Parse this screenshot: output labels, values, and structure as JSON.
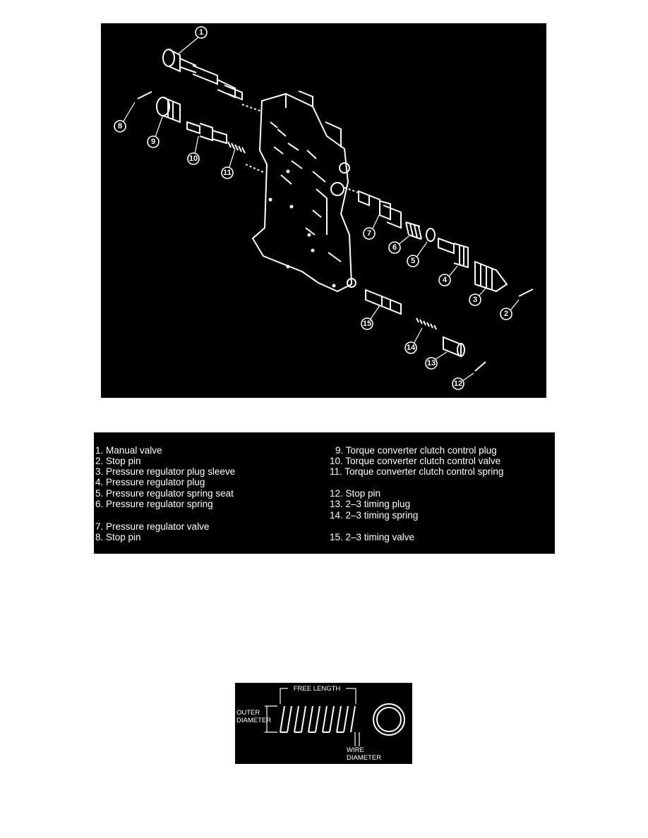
{
  "callouts": [
    {
      "n": "1"
    },
    {
      "n": "2"
    },
    {
      "n": "3"
    },
    {
      "n": "4"
    },
    {
      "n": "5"
    },
    {
      "n": "6"
    },
    {
      "n": "7"
    },
    {
      "n": "8"
    },
    {
      "n": "9"
    },
    {
      "n": "10"
    },
    {
      "n": "11"
    },
    {
      "n": "12"
    },
    {
      "n": "13"
    },
    {
      "n": "14"
    },
    {
      "n": "15"
    }
  ],
  "legend": {
    "left": [
      "1. Manual valve",
      "2. Stop pin",
      "3. Pressure regulator plug sleeve",
      "4. Pressure regulator plug",
      "5. Pressure regulator spring seat",
      "6. Pressure regulator spring",
      "7. Pressure regulator valve",
      "8. Stop pin"
    ],
    "right": [
      "9. Torque converter clutch control plug",
      "10. Torque converter clutch control valve",
      "11. Torque converter clutch control spring",
      "12. Stop pin",
      "13. 2–3 timing plug",
      "14. 2–3 timing spring",
      "15. 2–3 timing valve"
    ]
  },
  "spring_figure": {
    "free_length": "FREE LENGTH",
    "outer_diameter_1": "OUTER",
    "outer_diameter_2": "DIAMETER",
    "wire_diameter_1": "WIRE",
    "wire_diameter_2": "DIAMETER"
  }
}
